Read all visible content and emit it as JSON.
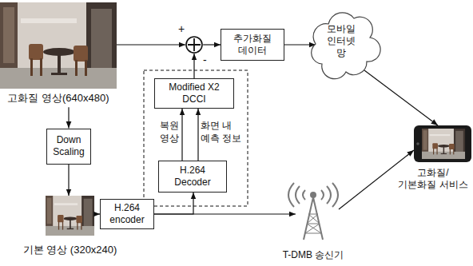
{
  "diagram": {
    "nodes": [
      {
        "text": [
          "고화질 영상(640x480)"
        ]
      },
      {
        "text": [
          "+",
          "-"
        ]
      },
      {
        "text": [
          "추가화질 데이터"
        ]
      },
      {
        "text": [
          "모바일 인터넷 망"
        ]
      },
      {
        "text": [
          "Modified X2 DCCI"
        ]
      },
      {
        "text": [
          "H.264 Decoder"
        ]
      },
      {
        "text": [
          "Down Scaling"
        ]
      },
      {
        "text": [
          "고화질/ 기본화질 서비스"
        ]
      },
      {
        "text": [
          "기본 영상 (320x240)"
        ]
      },
      {
        "text": [
          "H.264 encoder"
        ]
      },
      {
        "text": [
          "T-DMB 송신기"
        ]
      }
    ],
    "edges": [
      {
        "from": 0,
        "to": 1,
        "arrow": "to"
      },
      {
        "from": 1,
        "to": 2,
        "arrow": "to"
      },
      {
        "from": 2,
        "to": 3,
        "arrow": "to"
      },
      {
        "from": 3,
        "to": 7,
        "arrow": "to"
      },
      {
        "from": 4,
        "to": 1,
        "arrow": "to"
      },
      {
        "from": 5,
        "to": 4,
        "label": "복원 영상",
        "arrow": "to"
      },
      {
        "from": 5,
        "to": 4,
        "label": "화면 내 예측 정보",
        "arrow": "to"
      },
      {
        "from": 0,
        "to": 6,
        "arrow": "to"
      },
      {
        "from": 6,
        "to": 8,
        "arrow": "to"
      },
      {
        "from": 8,
        "to": 9,
        "arrow": "to"
      },
      {
        "from": 9,
        "to": 10,
        "arrow": "to"
      },
      {
        "from": 9,
        "to": 5,
        "arrow": "to"
      },
      {
        "from": 10,
        "to": 7,
        "arrow": "to"
      }
    ]
  }
}
